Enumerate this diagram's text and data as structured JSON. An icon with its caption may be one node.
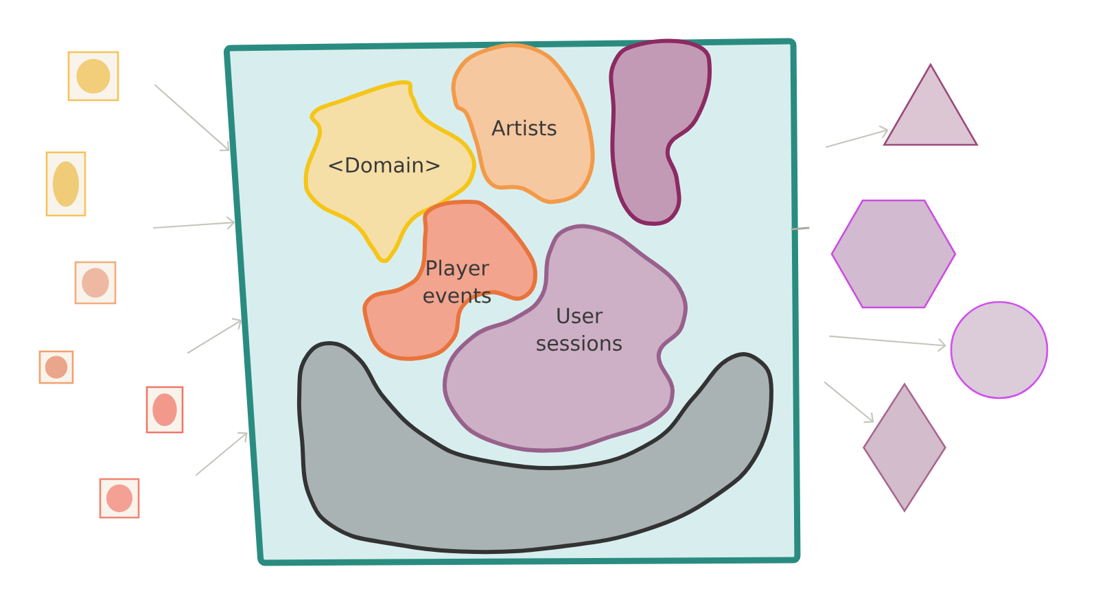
{
  "diagram": {
    "nodes": [
      {
        "text": [],
        "shape": "box"
      },
      {
        "text": [],
        "shape": "box"
      },
      {
        "text": [],
        "shape": "box"
      },
      {
        "text": [],
        "shape": "box"
      },
      {
        "text": [],
        "shape": "box"
      },
      {
        "text": [],
        "shape": "box"
      },
      {
        "text": [],
        "shape": "box"
      },
      {
        "text": [
          "<Domain>"
        ],
        "in": 6
      },
      {
        "text": [
          "Artists"
        ],
        "in": 6
      },
      {
        "text": [],
        "shape": "blob",
        "in": 6
      },
      {
        "text": [
          "Player events"
        ],
        "in": 6
      },
      {
        "text": [
          "User sessions"
        ],
        "in": 6
      },
      {
        "text": [],
        "shape": "blob",
        "in": 6
      },
      {
        "text": [],
        "shape": "triangle"
      },
      {
        "text": [],
        "shape": "hexagon"
      },
      {
        "text": [],
        "shape": "circle"
      },
      {
        "text": [],
        "shape": "diamond"
      }
    ],
    "edges": [
      {
        "from": null,
        "to": 6,
        "arrow": "to"
      },
      {
        "from": null,
        "to": 6,
        "arrow": "to"
      },
      {
        "from": null,
        "to": 6,
        "arrow": "to"
      },
      {
        "from": null,
        "to": 6,
        "arrow": "to"
      },
      {
        "from": 6,
        "to": 13,
        "arrow": "to"
      },
      {
        "from": 6,
        "to": 15,
        "arrow": "to"
      },
      {
        "from": 6,
        "to": 16,
        "arrow": "to"
      }
    ]
  }
}
